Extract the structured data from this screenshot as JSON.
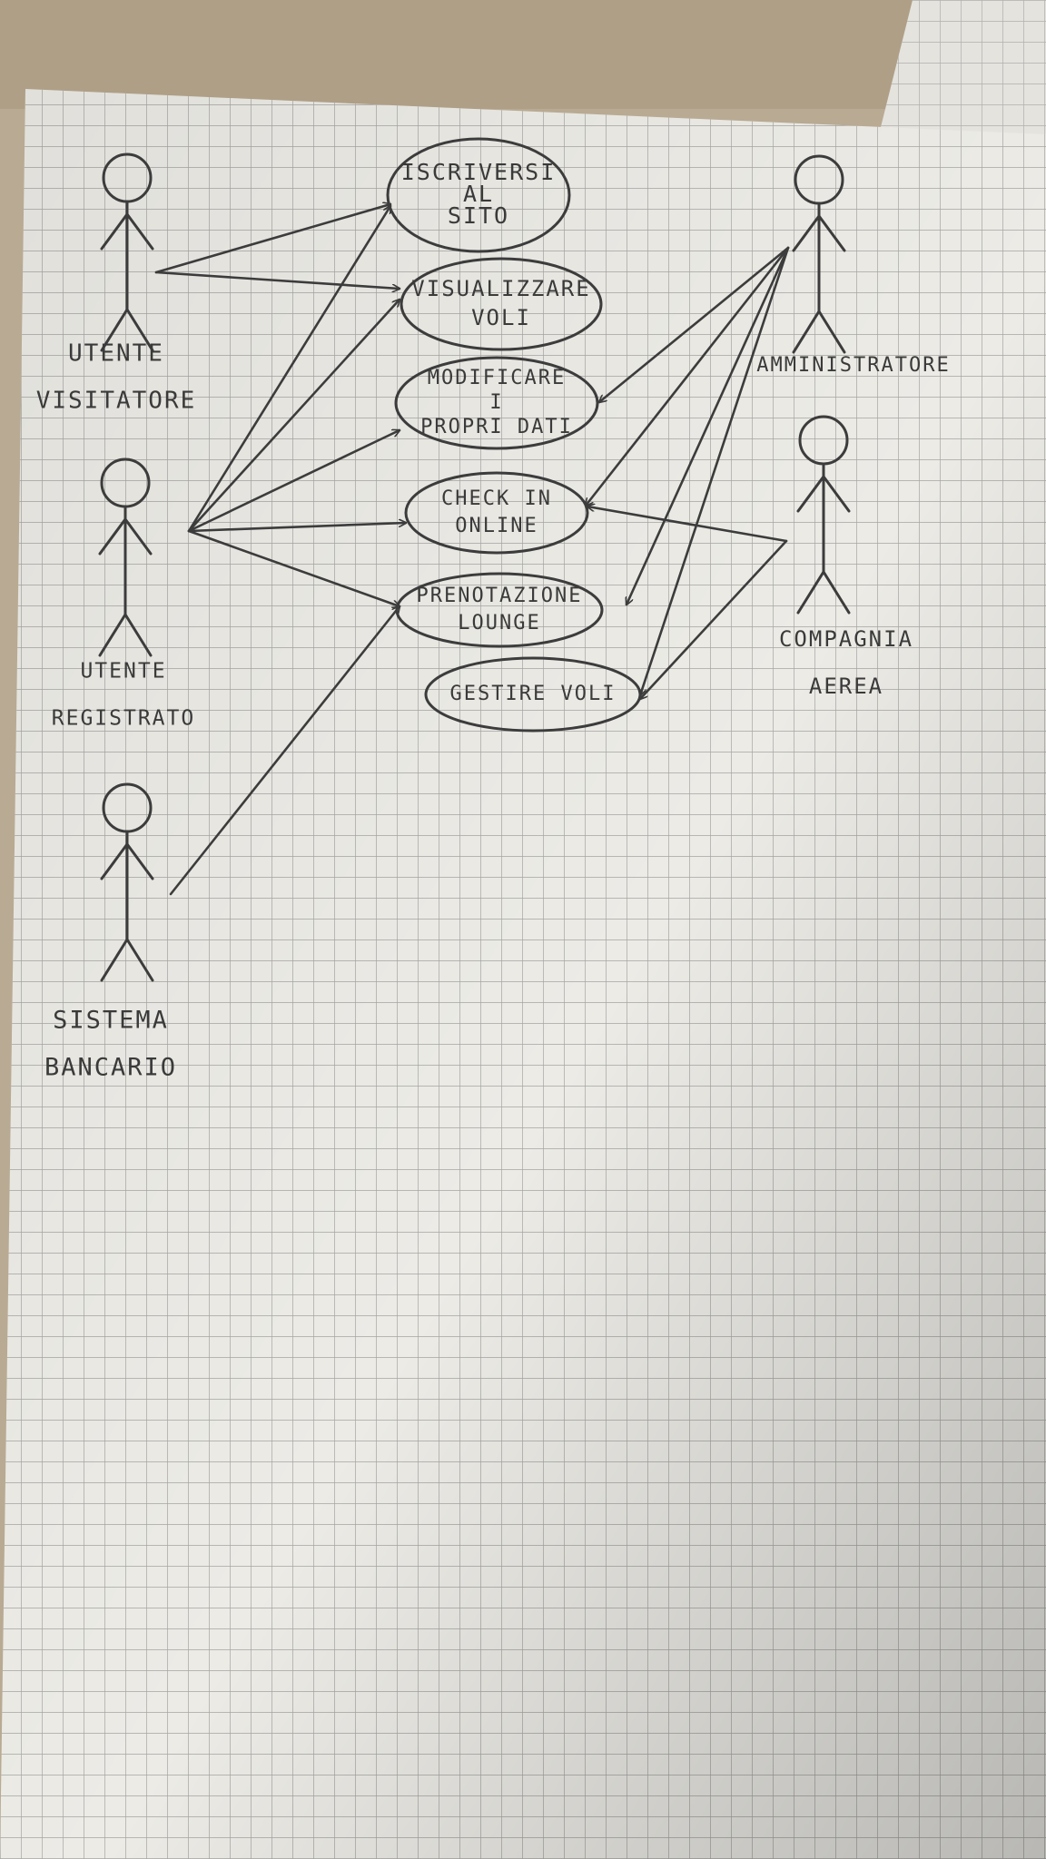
{
  "colors": {
    "ink": "#3c3c3c",
    "paper": "#ecebe6",
    "grid": "#9a9996",
    "desk": "#b9aa93"
  },
  "actors": [
    {
      "id": "visitatore",
      "lines": [
        "UTENTE",
        "VISITATORE"
      ]
    },
    {
      "id": "registrato",
      "lines": [
        "UTENTE",
        "REGISTRATO"
      ]
    },
    {
      "id": "bancario",
      "lines": [
        "SISTEMA",
        "BANCARIO"
      ]
    },
    {
      "id": "amministratore",
      "lines": [
        "AMMINISTRATORE"
      ]
    },
    {
      "id": "compagnia",
      "lines": [
        "COMPAGNIA",
        "AEREA"
      ]
    }
  ],
  "use_cases": [
    {
      "id": "iscriversi",
      "lines": [
        "ISCRIVERSI",
        "AL",
        "SITO"
      ]
    },
    {
      "id": "visualizzare",
      "lines": [
        "VISUALIZZARE",
        "VOLI"
      ]
    },
    {
      "id": "modificare",
      "lines": [
        "MODIFICARE",
        "I",
        "PROPRI DATI"
      ]
    },
    {
      "id": "checkin",
      "lines": [
        "CHECK IN",
        "ONLINE"
      ]
    },
    {
      "id": "prenotazione",
      "lines": [
        "PRENOTAZIONE",
        "LOUNGE"
      ]
    },
    {
      "id": "gestire",
      "lines": [
        "GESTIRE VOLI"
      ]
    }
  ],
  "associations": [
    {
      "from": "visitatore",
      "to": "iscriversi"
    },
    {
      "from": "visitatore",
      "to": "visualizzare"
    },
    {
      "from": "registrato",
      "to": "iscriversi"
    },
    {
      "from": "registrato",
      "to": "visualizzare"
    },
    {
      "from": "registrato",
      "to": "modificare"
    },
    {
      "from": "registrato",
      "to": "checkin"
    },
    {
      "from": "registrato",
      "to": "prenotazione"
    },
    {
      "from": "bancario",
      "to": "prenotazione"
    },
    {
      "from": "amministratore",
      "to": "modificare"
    },
    {
      "from": "amministratore",
      "to": "checkin"
    },
    {
      "from": "amministratore",
      "to": "prenotazione"
    },
    {
      "from": "amministratore",
      "to": "gestire"
    },
    {
      "from": "compagnia",
      "to": "checkin"
    },
    {
      "from": "compagnia",
      "to": "gestire"
    }
  ]
}
